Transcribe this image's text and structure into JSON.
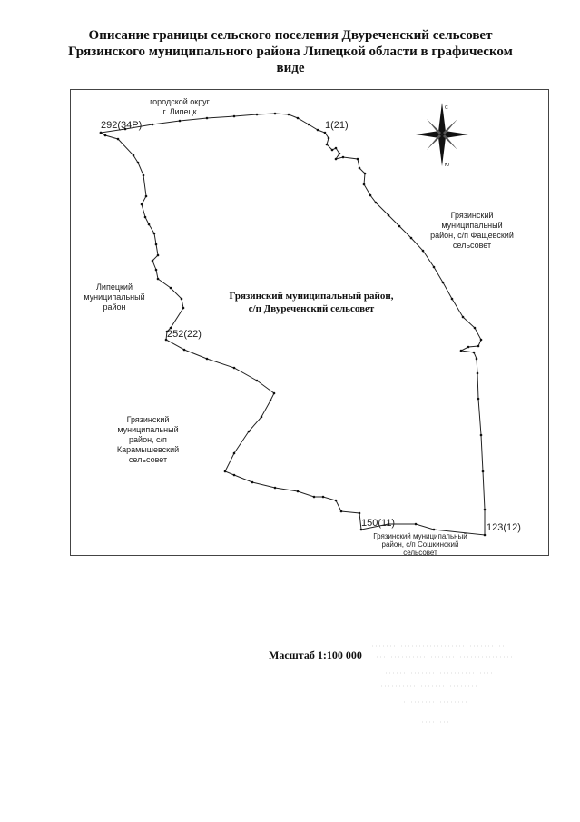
{
  "title": {
    "line1": "Описание границы сельского поселения Двуреченский сельсовет",
    "line2": "Грязинского муниципального района Липецкой области в графическом",
    "line3": "виде"
  },
  "map": {
    "neighbors": {
      "north": "городской округ\nг. Липецк",
      "east": "Грязинский\nмуниципальный\nрайон, с/п Фащевский\nсельсовет",
      "west": "Липецкий\nмуниципальный\nрайон",
      "southwest": "Грязинский\nмуниципальный\nрайон, с/п\nКарамышевский\nсельсовет",
      "south": "Грязинский муниципальный\nрайон, с/п Сошкинский\nсельсовет"
    },
    "center_label": "Грязинский муниципальный район,\nс/п Двуреченский сельсовет",
    "points": {
      "p292": "292(34Р)",
      "p1": "1(21)",
      "p252": "252(22)",
      "p150": "150(11)",
      "p123": "123(12)"
    },
    "compass": {
      "north": "С",
      "south": "Ю",
      "icon": "compass-rose-icon"
    }
  },
  "scale": "Масштаб 1:100 000"
}
